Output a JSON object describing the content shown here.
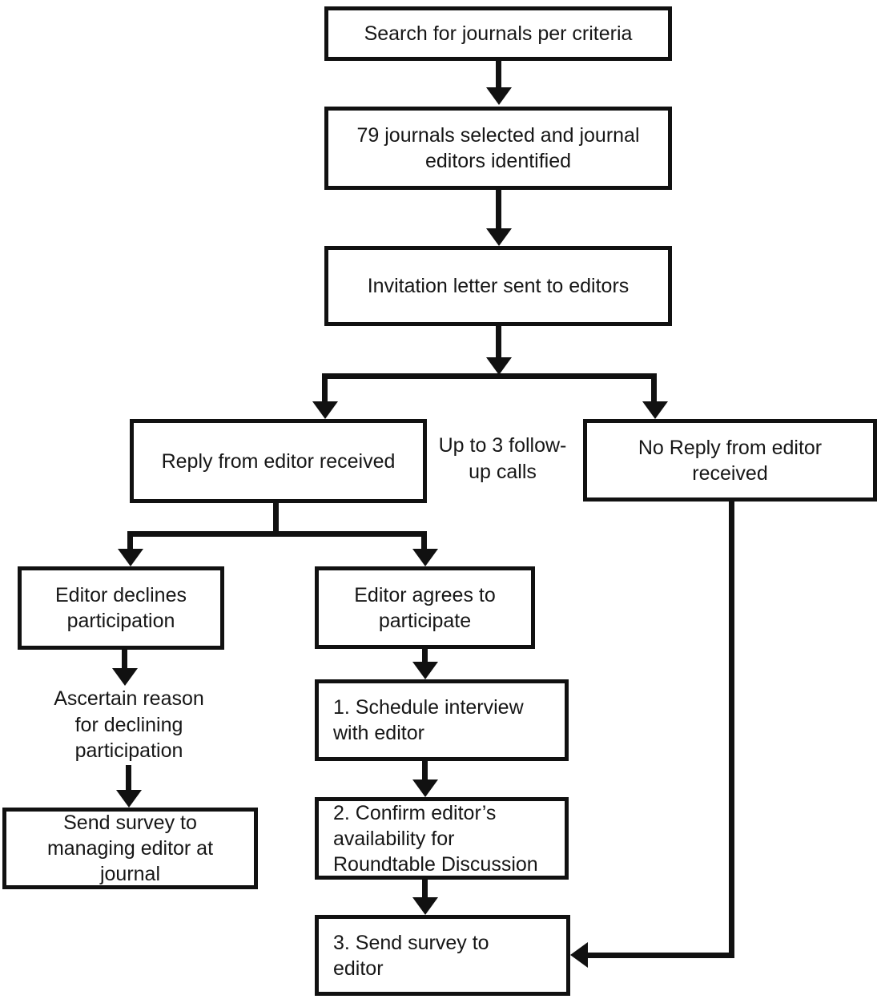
{
  "diagram": {
    "background_color": "#ffffff",
    "line_color": "#111111",
    "text_color": "#161616",
    "nodes": {
      "search": "Search for journals per criteria",
      "selected": "79 journals selected and journal editors identified",
      "invitation": "Invitation letter sent to editors",
      "reply": "Reply from editor received",
      "no_reply": "No Reply from editor received",
      "declines": "Editor declines participation",
      "agrees": "Editor agrees to participate",
      "ascertain": "Ascertain reason for declining participation",
      "send_managing": "Send survey to managing editor at journal",
      "schedule": "1. Schedule interview with editor",
      "confirm": "2. Confirm editor’s availability for Roundtable Discussion",
      "send_editor": "3. Send survey to editor"
    },
    "annotations": {
      "followup": "Up to 3 follow-up calls"
    },
    "edges": [
      {
        "from": "search",
        "to": "selected"
      },
      {
        "from": "selected",
        "to": "invitation"
      },
      {
        "from": "invitation",
        "to": "reply"
      },
      {
        "from": "invitation",
        "to": "no_reply",
        "note": "Up to 3 follow-up calls"
      },
      {
        "from": "reply",
        "to": "declines"
      },
      {
        "from": "reply",
        "to": "agrees"
      },
      {
        "from": "declines",
        "to": "ascertain"
      },
      {
        "from": "ascertain",
        "to": "send_managing"
      },
      {
        "from": "agrees",
        "to": "schedule"
      },
      {
        "from": "schedule",
        "to": "confirm"
      },
      {
        "from": "confirm",
        "to": "send_editor"
      },
      {
        "from": "no_reply",
        "to": "send_editor"
      }
    ]
  }
}
